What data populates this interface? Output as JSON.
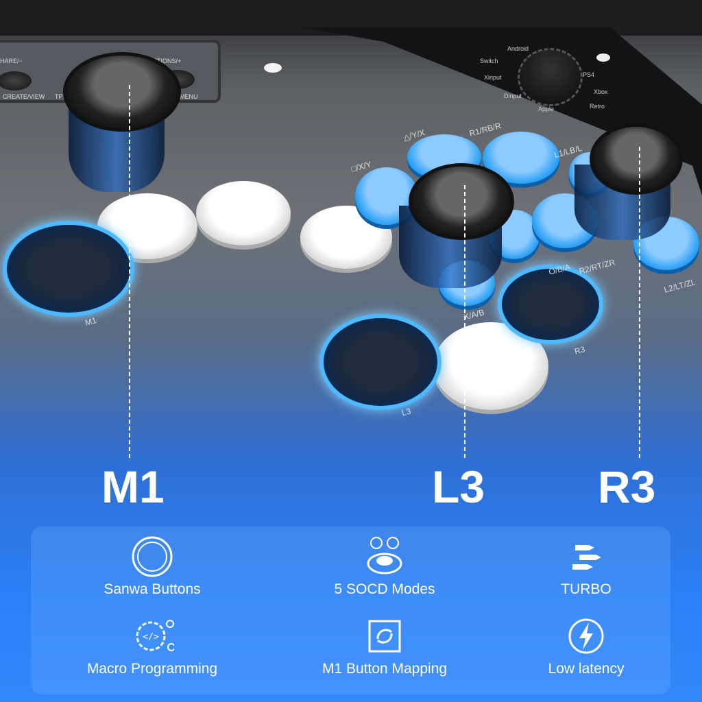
{
  "panel_labels": {
    "share": "SHARE/−",
    "create": "CREATE/VIEW",
    "touch": "TP",
    "options": "OPTIONS/+",
    "menu": "MENU"
  },
  "mode_selector": [
    "Android",
    "Switch",
    "Xinput",
    "Dinput",
    "Apple",
    "PS4",
    "Xbox",
    "Retro"
  ],
  "button_labels": {
    "square": "□/X/Y",
    "triangle": "△/Y/X",
    "r1": "R1/RB/R",
    "l1": "L1/LB/L",
    "cross": "X/A/B",
    "circle": "O/B/A",
    "r2": "R2/RT/ZR",
    "l2": "L2/LT/ZL",
    "m1_small": "M1",
    "l3_small": "L3",
    "r3_small": "R3"
  },
  "callouts": {
    "m1": "M1",
    "l3": "L3",
    "r3": "R3"
  },
  "features": [
    {
      "label": "Sanwa Buttons",
      "icon": "circle-button-icon"
    },
    {
      "label": "5 SOCD Modes",
      "icon": "socd-arrows-icon"
    },
    {
      "label": "TURBO",
      "icon": "turbo-bullets-icon"
    },
    {
      "label": "Macro Programming",
      "icon": "code-gear-icon"
    },
    {
      "label": "M1 Button Mapping",
      "icon": "mapping-icon"
    },
    {
      "label": "Low latency",
      "icon": "lightning-icon"
    }
  ],
  "colors": {
    "accent": "#2a80f6",
    "button_blue": "#2aa0f5"
  }
}
